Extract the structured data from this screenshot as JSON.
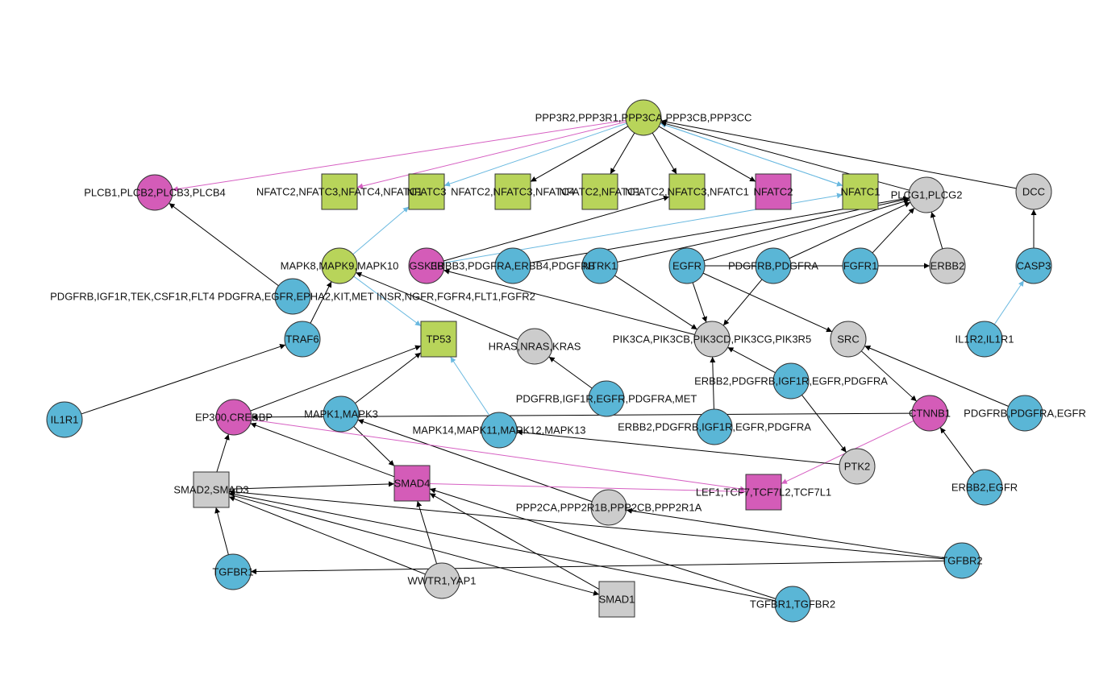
{
  "colors": {
    "lime": "#b8d45a",
    "cyan": "#5ab6d6",
    "magenta": "#d45cb8",
    "gray": "#cccccc",
    "edge_black": "#000000",
    "edge_blue": "#6ab9e0",
    "edge_pink": "#d65fc2"
  },
  "nodes": [
    {
      "id": "ppp3",
      "label": "PPP3R2,PPP3R1,PPP3CA,PPP3CB,PPP3CC",
      "shape": "circle",
      "color": "lime"
    },
    {
      "id": "plcb",
      "label": "PLCB1,PLCB2,PLCB3,PLCB4",
      "shape": "circle",
      "color": "magenta"
    },
    {
      "id": "nfat_a",
      "label": "NFATC2,NFATC3,NFATC4,NFATC1",
      "shape": "square",
      "color": "lime"
    },
    {
      "id": "nfat_b",
      "label": "NFATC3",
      "shape": "square",
      "color": "lime"
    },
    {
      "id": "nfat_c",
      "label": "NFATC2,NFATC3,NFATC4",
      "shape": "square",
      "color": "lime"
    },
    {
      "id": "nfat_d",
      "label": "NFATC2,NFATC1",
      "shape": "square",
      "color": "lime"
    },
    {
      "id": "nfat_e",
      "label": "NFATC2,NFATC3,NFATC1",
      "shape": "square",
      "color": "lime"
    },
    {
      "id": "nfatc2",
      "label": "NFATC2",
      "shape": "square",
      "color": "magenta"
    },
    {
      "id": "nfatc1",
      "label": "NFATC1",
      "shape": "square",
      "color": "lime"
    },
    {
      "id": "plcg",
      "label": "PLCG1,PLCG2",
      "shape": "circle",
      "color": "gray"
    },
    {
      "id": "dcc",
      "label": "DCC",
      "shape": "circle",
      "color": "gray"
    },
    {
      "id": "mapk8",
      "label": "MAPK8,MAPK9,MAPK10",
      "shape": "circle",
      "color": "lime"
    },
    {
      "id": "gsk3b",
      "label": "GSK3B",
      "shape": "circle",
      "color": "magenta"
    },
    {
      "id": "erbb3",
      "label": "ERBB3,PDGFRA,ERBB4,PDGFRB",
      "shape": "circle",
      "color": "cyan"
    },
    {
      "id": "ntrk1",
      "label": "NTRK1",
      "shape": "circle",
      "color": "cyan"
    },
    {
      "id": "egfr",
      "label": "EGFR",
      "shape": "circle",
      "color": "cyan"
    },
    {
      "id": "pdgfrb",
      "label": "PDGFRB,PDGFRA",
      "shape": "circle",
      "color": "cyan"
    },
    {
      "id": "fgfr1",
      "label": "FGFR1",
      "shape": "circle",
      "color": "cyan"
    },
    {
      "id": "erbb2",
      "label": "ERBB2",
      "shape": "circle",
      "color": "gray"
    },
    {
      "id": "casp3",
      "label": "CASP3",
      "shape": "circle",
      "color": "cyan"
    },
    {
      "id": "rtk",
      "label": "PDGFRB,IGF1R,TEK,CSF1R,FLT4 PDGFRA,EGFR,EPHA2,KIT,MET INSR,NGFR,FGFR4,FLT1,FGFR2",
      "shape": "circle",
      "color": "cyan"
    },
    {
      "id": "traf6",
      "label": "TRAF6",
      "shape": "circle",
      "color": "cyan"
    },
    {
      "id": "tp53",
      "label": "TP53",
      "shape": "square",
      "color": "lime"
    },
    {
      "id": "hras",
      "label": "HRAS,NRAS,KRAS",
      "shape": "circle",
      "color": "gray"
    },
    {
      "id": "pik3",
      "label": "PIK3CA,PIK3CB,PIK3CD,PIK3CG,PIK3R5",
      "shape": "circle",
      "color": "gray"
    },
    {
      "id": "src",
      "label": "SRC",
      "shape": "circle",
      "color": "gray"
    },
    {
      "id": "il1r2",
      "label": "IL1R2,IL1R1",
      "shape": "circle",
      "color": "cyan"
    },
    {
      "id": "rtk3",
      "label": "ERBB2,PDGFRB,IGF1R,EGFR,PDGFRA",
      "shape": "circle",
      "color": "cyan"
    },
    {
      "id": "rtk2",
      "label": "PDGFRB,IGF1R,EGFR,PDGFRA,MET",
      "shape": "circle",
      "color": "cyan"
    },
    {
      "id": "il1r1",
      "label": "IL1R1",
      "shape": "circle",
      "color": "cyan"
    },
    {
      "id": "ep300",
      "label": "EP300,CREBBP",
      "shape": "circle",
      "color": "magenta"
    },
    {
      "id": "mapk1",
      "label": "MAPK1,MAPK3",
      "shape": "circle",
      "color": "cyan"
    },
    {
      "id": "mapk14",
      "label": "MAPK14,MAPK11,MAPK12,MAPK13",
      "shape": "circle",
      "color": "cyan"
    },
    {
      "id": "rtk4",
      "label": "ERBB2,PDGFRB,IGF1R,EGFR,PDGFRA",
      "shape": "circle",
      "color": "cyan"
    },
    {
      "id": "ctnnb1",
      "label": "CTNNB1",
      "shape": "circle",
      "color": "magenta"
    },
    {
      "id": "pdgfrb3",
      "label": "PDGFRB,PDGFRA,EGFR",
      "shape": "circle",
      "color": "cyan"
    },
    {
      "id": "ptk2",
      "label": "PTK2",
      "shape": "circle",
      "color": "gray"
    },
    {
      "id": "smad23",
      "label": "SMAD2,SMAD3",
      "shape": "square",
      "color": "gray"
    },
    {
      "id": "smad4",
      "label": "SMAD4",
      "shape": "square",
      "color": "magenta"
    },
    {
      "id": "lef1",
      "label": "LEF1,TCF7,TCF7L2,TCF7L1",
      "shape": "square",
      "color": "magenta"
    },
    {
      "id": "erbb2egfr",
      "label": "ERBB2,EGFR",
      "shape": "circle",
      "color": "cyan"
    },
    {
      "id": "ppp2",
      "label": "PPP2CA,PPP2R1B,PPP2CB,PPP2R1A",
      "shape": "circle",
      "color": "gray"
    },
    {
      "id": "tgfbr1",
      "label": "TGFBR1",
      "shape": "circle",
      "color": "cyan"
    },
    {
      "id": "wwtr1",
      "label": "WWTR1,YAP1",
      "shape": "circle",
      "color": "gray"
    },
    {
      "id": "smad1",
      "label": "SMAD1",
      "shape": "square",
      "color": "gray"
    },
    {
      "id": "tgfbr12",
      "label": "TGFBR1,TGFBR2",
      "shape": "circle",
      "color": "cyan"
    },
    {
      "id": "tgfbr2",
      "label": "TGFBR2",
      "shape": "circle",
      "color": "cyan"
    }
  ],
  "edges": [
    {
      "source": "ppp3",
      "target": "plcb",
      "color": "edge_pink"
    },
    {
      "source": "ppp3",
      "target": "nfat_a",
      "color": "edge_pink"
    },
    {
      "source": "ppp3",
      "target": "nfat_b",
      "color": "edge_blue"
    },
    {
      "source": "ppp3",
      "target": "nfat_c",
      "color": "edge_black"
    },
    {
      "source": "ppp3",
      "target": "nfat_d",
      "color": "edge_black"
    },
    {
      "source": "ppp3",
      "target": "nfat_e",
      "color": "edge_black"
    },
    {
      "source": "ppp3",
      "target": "nfatc2",
      "color": "edge_black"
    },
    {
      "source": "ppp3",
      "target": "nfatc1",
      "color": "edge_blue"
    },
    {
      "source": "nfatc1",
      "target": "ppp3",
      "color": "edge_blue"
    },
    {
      "source": "plcg",
      "target": "ppp3",
      "color": "edge_black"
    },
    {
      "source": "dcc",
      "target": "ppp3",
      "color": "edge_black"
    },
    {
      "source": "gsk3b",
      "target": "nfat_e",
      "color": "edge_black"
    },
    {
      "source": "gsk3b",
      "target": "nfatc1",
      "color": "edge_blue"
    },
    {
      "source": "mapk8",
      "target": "nfat_b",
      "color": "edge_blue"
    },
    {
      "source": "mapk8",
      "target": "tp53",
      "color": "edge_blue"
    },
    {
      "source": "erbb3",
      "target": "plcg",
      "color": "edge_black"
    },
    {
      "source": "ntrk1",
      "target": "plcg",
      "color": "edge_black"
    },
    {
      "source": "egfr",
      "target": "plcg",
      "color": "edge_black"
    },
    {
      "source": "pdgfrb",
      "target": "plcg",
      "color": "edge_black"
    },
    {
      "source": "fgfr1",
      "target": "plcg",
      "color": "edge_black"
    },
    {
      "source": "erbb2",
      "target": "plcg",
      "color": "edge_black"
    },
    {
      "source": "egfr",
      "target": "erbb2",
      "color": "edge_black"
    },
    {
      "source": "casp3",
      "target": "dcc",
      "color": "edge_black"
    },
    {
      "source": "il1r2",
      "target": "casp3",
      "color": "edge_blue"
    },
    {
      "source": "rtk",
      "target": "plcb",
      "color": "edge_black"
    },
    {
      "source": "traf6",
      "target": "mapk8",
      "color": "edge_black"
    },
    {
      "source": "il1r1",
      "target": "traf6",
      "color": "edge_black"
    },
    {
      "source": "hras",
      "target": "mapk8",
      "color": "edge_black"
    },
    {
      "source": "rtk2",
      "target": "hras",
      "color": "edge_black"
    },
    {
      "source": "pik3",
      "target": "gsk3b",
      "color": "edge_black"
    },
    {
      "source": "ntrk1",
      "target": "pik3",
      "color": "edge_black"
    },
    {
      "source": "egfr",
      "target": "pik3",
      "color": "edge_black"
    },
    {
      "source": "pdgfrb",
      "target": "pik3",
      "color": "edge_black"
    },
    {
      "source": "rtk3",
      "target": "pik3",
      "color": "edge_black"
    },
    {
      "source": "rtk4",
      "target": "pik3",
      "color": "edge_black"
    },
    {
      "source": "egfr",
      "target": "src",
      "color": "edge_black"
    },
    {
      "source": "pdgfrb3",
      "target": "src",
      "color": "edge_black"
    },
    {
      "source": "src",
      "target": "ctnnb1",
      "color": "edge_black"
    },
    {
      "source": "rtk3",
      "target": "ptk2",
      "color": "edge_black"
    },
    {
      "source": "erbb2egfr",
      "target": "ctnnb1",
      "color": "edge_black"
    },
    {
      "source": "ctnnb1",
      "target": "lef1",
      "color": "edge_pink"
    },
    {
      "source": "ctnnb1",
      "target": "ep300",
      "color": "edge_black"
    },
    {
      "source": "ep300",
      "target": "tp53",
      "color": "edge_black"
    },
    {
      "source": "mapk1",
      "target": "tp53",
      "color": "edge_black"
    },
    {
      "source": "mapk1",
      "target": "smad4",
      "color": "edge_black"
    },
    {
      "source": "mapk14",
      "target": "tp53",
      "color": "edge_blue"
    },
    {
      "source": "ptk2",
      "target": "mapk14",
      "color": "edge_black"
    },
    {
      "source": "ppp2",
      "target": "mapk1",
      "color": "edge_black"
    },
    {
      "source": "ep300",
      "target": "lef1",
      "color": "edge_pink"
    },
    {
      "source": "smad4",
      "target": "ep300",
      "color": "edge_black"
    },
    {
      "source": "smad4",
      "target": "lef1",
      "color": "edge_pink"
    },
    {
      "source": "smad23",
      "target": "ep300",
      "color": "edge_black"
    },
    {
      "source": "smad23",
      "target": "smad4",
      "color": "edge_black"
    },
    {
      "source": "smad23",
      "target": "smad1",
      "color": "edge_black"
    },
    {
      "source": "tgfbr1",
      "target": "smad23",
      "color": "edge_black"
    },
    {
      "source": "wwtr1",
      "target": "smad23",
      "color": "edge_black"
    },
    {
      "source": "wwtr1",
      "target": "smad4",
      "color": "edge_black"
    },
    {
      "source": "smad1",
      "target": "smad4",
      "color": "edge_black"
    },
    {
      "source": "tgfbr12",
      "target": "smad23",
      "color": "edge_black"
    },
    {
      "source": "tgfbr12",
      "target": "smad4",
      "color": "edge_black"
    },
    {
      "source": "tgfbr2",
      "target": "smad23",
      "color": "edge_black"
    },
    {
      "source": "tgfbr2",
      "target": "tgfbr1",
      "color": "edge_black"
    },
    {
      "source": "tgfbr2",
      "target": "ppp2",
      "color": "edge_black"
    }
  ]
}
